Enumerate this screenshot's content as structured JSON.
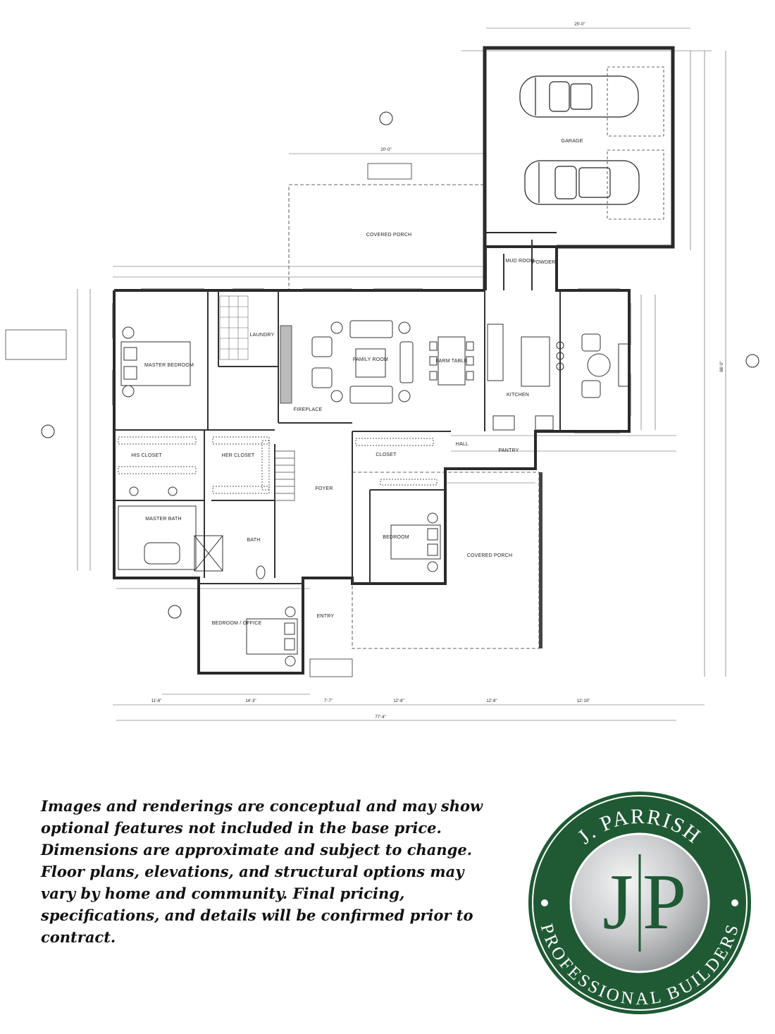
{
  "rooms": {
    "garage": "GARAGE",
    "covered_porch_rear": "COVERED PORCH",
    "covered_porch_side": "COVERED PORCH",
    "master_bedroom": "MASTER BEDROOM",
    "laundry": "LAUNDRY",
    "family_room": "FAMILY ROOM",
    "kitchen": "KITCHEN",
    "mud_room": "MUD ROOM",
    "powder": "POWDER",
    "pantry": "PANTRY",
    "his_closet": "HIS CLOSET",
    "her_closet": "HER CLOSET",
    "master_bath": "MASTER BATH",
    "foyer": "FOYER",
    "closet": "CLOSET",
    "hall": "HALL",
    "bedroom": "BEDROOM",
    "bath": "BATH",
    "bedroom_office": "BEDROOM / OFFICE",
    "entry": "ENTRY",
    "farm_table": "FARM TABLE",
    "fireplace": "FIREPLACE"
  },
  "dimensions": {
    "garage_width": "25'-0\"",
    "porch_width": "20'-0\"",
    "overall_width": "77'-4\"",
    "overall_depth": "66'-0\"",
    "bottom_1": "11'-6\"",
    "bottom_2": "14'-3\"",
    "bottom_3": "7'-7\"",
    "bottom_4": "12'-8\"",
    "bottom_5": "12'-8\"",
    "bottom_6": "12'-10\""
  },
  "disclaimer": "Images and renderings are conceptual and may show optional features not included in the base price. Dimensions are approximate and subject to change. Floor plans, elevations, and structural options may vary by home and community. Final pricing, specifications, and details will be confirmed prior to contract.",
  "logo": {
    "top_text": "J. PARRISH",
    "bottom_text": "PROFESSIONAL BUILDERS",
    "monogram_left": "J",
    "monogram_right": "P"
  },
  "colors": {
    "logo_green": "#1f5a34",
    "logo_silver": "#c9cbcc",
    "wall": "#2a2a2a"
  }
}
